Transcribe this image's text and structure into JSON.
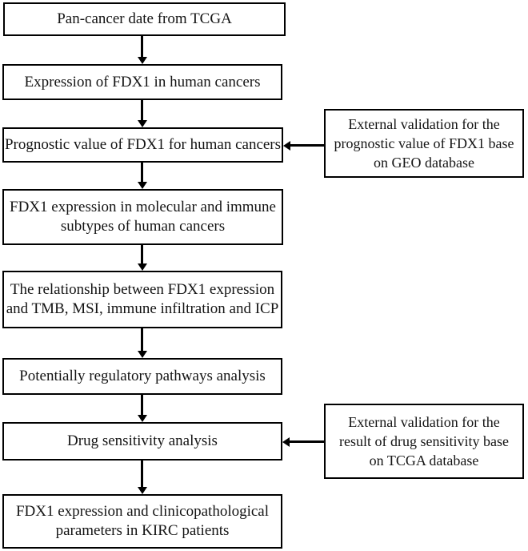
{
  "flowchart": {
    "colors": {
      "background": "#ffffff",
      "border": "#000000",
      "text": "#141414"
    },
    "main_boxes": [
      {
        "id": "pan-cancer-data",
        "lines": [
          "Pan-cancer date from TCGA"
        ]
      },
      {
        "id": "fdx1-expression",
        "lines": [
          "Expression of FDX1 in human cancers"
        ]
      },
      {
        "id": "prognostic-value",
        "lines": [
          "Prognostic value of FDX1 for human cancers"
        ]
      },
      {
        "id": "molecular-immune-subtypes",
        "lines": [
          "FDX1 expression in molecular and immune",
          "subtypes of human cancers"
        ]
      },
      {
        "id": "tmb-msi-icp-relationship",
        "lines": [
          "The relationship between FDX1 expression",
          "and TMB, MSI, immune infiltration and ICP"
        ]
      },
      {
        "id": "regulatory-pathways",
        "lines": [
          "Potentially regulatory pathways analysis"
        ]
      },
      {
        "id": "drug-sensitivity",
        "lines": [
          "Drug sensitivity analysis"
        ]
      },
      {
        "id": "kirc-clinicopathological",
        "lines": [
          "FDX1 expression and clinicopathological",
          "parameters in KIRC patients"
        ]
      }
    ],
    "side_boxes": [
      {
        "id": "geo-validation",
        "points_to": "prognostic-value",
        "lines": [
          "External validation for the",
          "prognostic value of FDX1 base",
          "on GEO database"
        ]
      },
      {
        "id": "tcga-validation",
        "points_to": "drug-sensitivity",
        "lines": [
          "External validation for the",
          "result of drug sensitivity base",
          "on TCGA database"
        ]
      }
    ]
  }
}
